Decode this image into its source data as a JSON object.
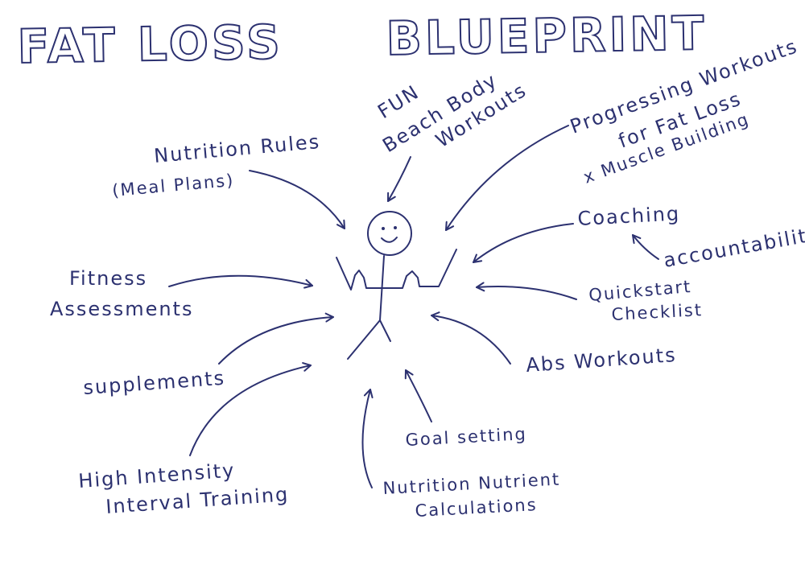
{
  "title_left": "FAT LOSS",
  "title_right": "BLUEPRINT",
  "labels": {
    "fun": "FUN",
    "beach_body": "Beach Body",
    "workouts": "Workouts",
    "progressing_1": "Progressing Workouts",
    "progressing_2": "for Fat Loss",
    "progressing_3": "x Muscle Building",
    "nutrition_rules": "Nutrition Rules",
    "meal_plans": "(Meal Plans)",
    "coaching": "Coaching",
    "accountability": "accountability",
    "fitness": "Fitness",
    "assessments": "Assessments",
    "quickstart": "Quickstart",
    "checklist": "Checklist",
    "supplements": "supplements",
    "abs_workouts": "Abs Workouts",
    "goal_setting": "Goal setting",
    "hiit_1": "High Intensity",
    "hiit_2": "Interval Training",
    "nutrient_1": "Nutrition Nutrient",
    "nutrient_2": "Calculations"
  },
  "ink_color": "#2c3170"
}
